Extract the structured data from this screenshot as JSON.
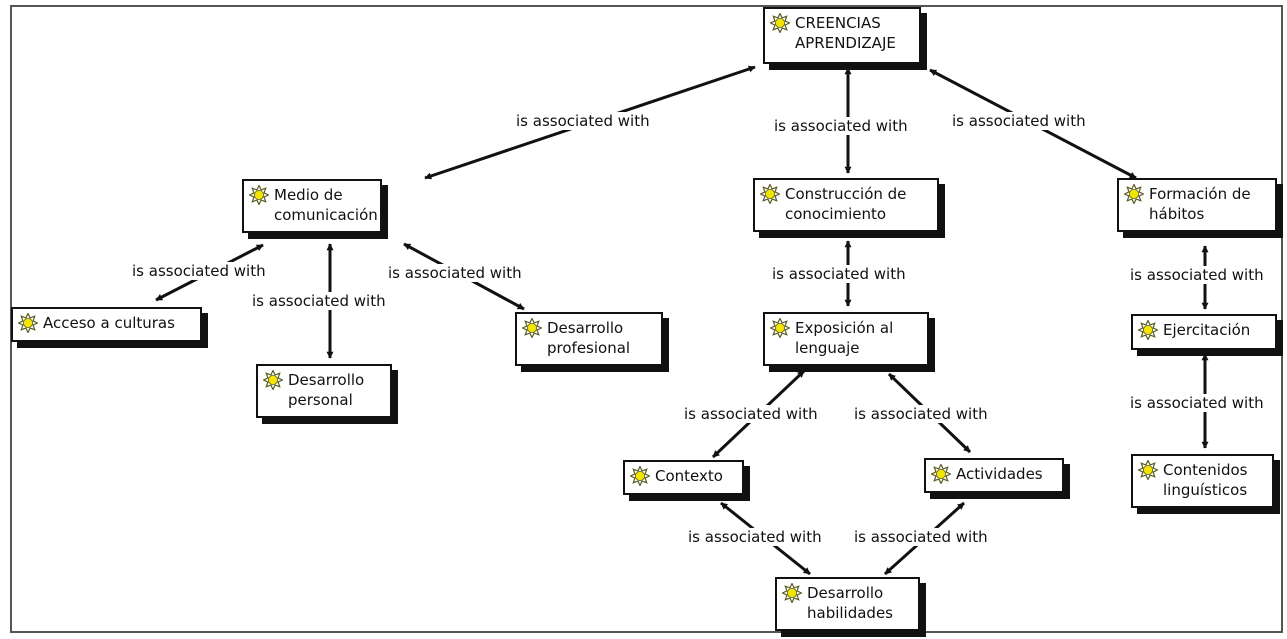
{
  "nodes": {
    "creencias": {
      "label": "CREENCIAS\nAPRENDIZAJE",
      "icon": "concept-star-icon"
    },
    "medio": {
      "label": "Medio de\ncomunicación",
      "icon": "concept-star-icon"
    },
    "construccion": {
      "label": "Construcción de\nconocimiento",
      "icon": "concept-star-icon"
    },
    "formacion": {
      "label": "Formación de\nhábitos",
      "icon": "concept-star-icon"
    },
    "acceso": {
      "label": "Acceso a culturas",
      "icon": "concept-star-icon"
    },
    "personal": {
      "label": "Desarrollo\npersonal",
      "icon": "concept-star-icon"
    },
    "profesional": {
      "label": "Desarrollo\nprofesional",
      "icon": "concept-star-icon"
    },
    "exposicion": {
      "label": "Exposición al\nlenguaje",
      "icon": "concept-star-icon"
    },
    "ejercitacion": {
      "label": "Ejercitación",
      "icon": "concept-star-icon"
    },
    "contexto": {
      "label": "Contexto",
      "icon": "concept-star-icon"
    },
    "actividades": {
      "label": "Actividades",
      "icon": "concept-star-icon"
    },
    "contenidos": {
      "label": "Contenidos\nlinguísticos",
      "icon": "concept-star-icon"
    },
    "habilidades": {
      "label": "Desarrollo\nhabilidades",
      "icon": "concept-star-icon"
    }
  },
  "links": {
    "creencias_medio": "is associated with",
    "creencias_construccion": "is associated with",
    "creencias_formacion": "is associated with",
    "medio_acceso": "is associated with",
    "medio_personal": "is associated with",
    "medio_profesional": "is associated with",
    "construccion_exposicion": "is associated with",
    "formacion_ejercitacion": "is associated with",
    "exposicion_contexto": "is associated with",
    "exposicion_actividades": "is associated with",
    "ejercitacion_contenidos": "is associated with",
    "contexto_habilidades": "is associated with",
    "actividades_habilidades": "is associated with"
  },
  "colors": {
    "icon_fill": "#f2e600",
    "icon_stroke": "#5a5a20",
    "line": "#111111"
  }
}
